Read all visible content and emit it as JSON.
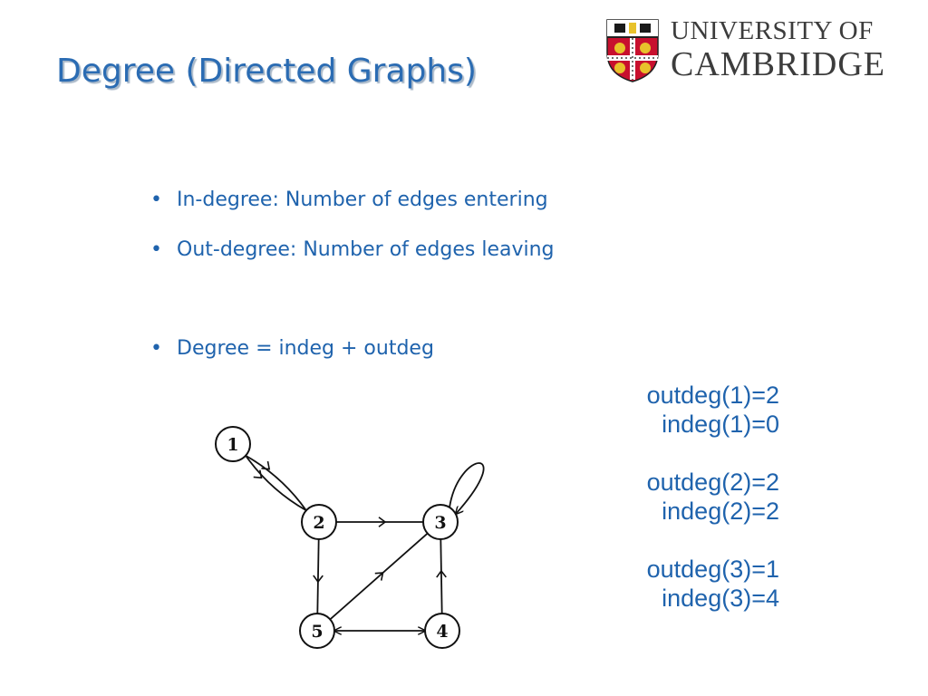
{
  "slide": {
    "title": "Degree (Directed Graphs)"
  },
  "logo": {
    "line1": "UNIVERSITY OF",
    "line2": "CAMBRIDGE",
    "colors": {
      "red": "#c8102e",
      "gold": "#e8c22b",
      "black": "#1a1a1a",
      "white": "#ffffff"
    }
  },
  "bullets": [
    {
      "text": "In-degree: Number of edges entering"
    },
    {
      "text": "Out-degree: Number of edges leaving"
    },
    {
      "text": "Degree = indeg + outdeg"
    }
  ],
  "degrees": [
    {
      "out": "outdeg(1)=2",
      "in": "indeg(1)=0"
    },
    {
      "out": "outdeg(2)=2",
      "in": "indeg(2)=2"
    },
    {
      "out": "outdeg(3)=1",
      "in": "indeg(3)=4"
    }
  ],
  "graph": {
    "nodes": [
      {
        "id": "1",
        "label": "1"
      },
      {
        "id": "2",
        "label": "2"
      },
      {
        "id": "3",
        "label": "3"
      },
      {
        "id": "4",
        "label": "4"
      },
      {
        "id": "5",
        "label": "5"
      }
    ],
    "edges": [
      {
        "from": "1",
        "to": "2"
      },
      {
        "from": "1",
        "to": "2"
      },
      {
        "from": "2",
        "to": "3"
      },
      {
        "from": "2",
        "to": "5"
      },
      {
        "from": "5",
        "to": "3"
      },
      {
        "from": "4",
        "to": "3"
      },
      {
        "from": "5",
        "to": "4"
      },
      {
        "from": "4",
        "to": "5"
      },
      {
        "from": "3",
        "to": "3"
      }
    ]
  },
  "colors": {
    "title": "#2b6cb3",
    "text": "#1f63ad",
    "graph_stroke": "#111111"
  }
}
